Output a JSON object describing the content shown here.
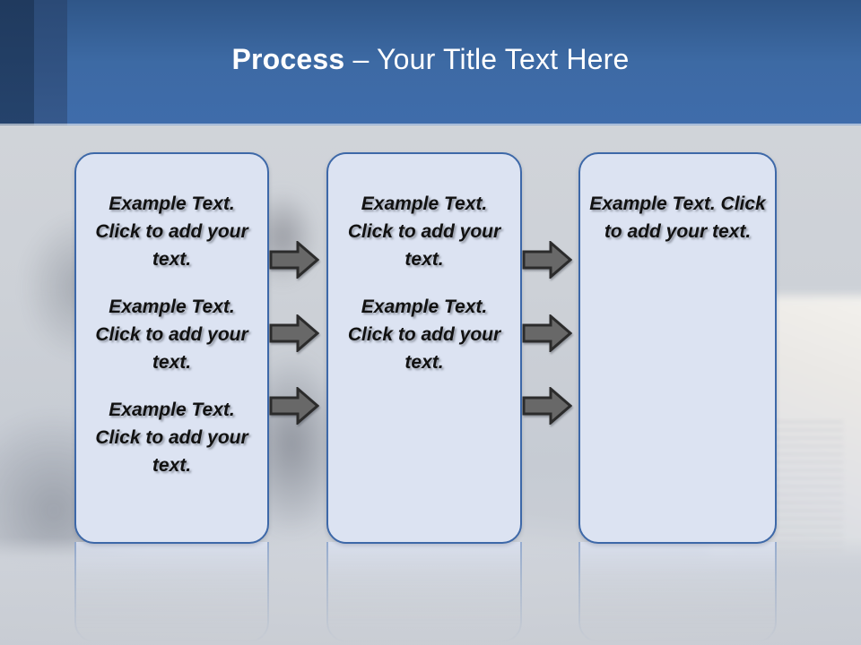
{
  "header": {
    "title_bold": "Process",
    "title_rest": " – Your Title Text Here",
    "background_color": "#3d6aa4",
    "accent_dark": "#203a5e",
    "text_color": "#ffffff"
  },
  "theme": {
    "box_fill": "#dce3f2",
    "box_border": "#3d68a8",
    "arrow_fill": "#686868",
    "arrow_stroke": "#2b2b2b",
    "slide_background": "#cdd1d7"
  },
  "process": {
    "boxes": [
      {
        "id": "stage-1",
        "paragraphs": [
          "Example Text. Click  to add your text.",
          "Example Text. Click  to add your text.",
          "Example Text. Click  to add your text."
        ]
      },
      {
        "id": "stage-2",
        "paragraphs": [
          "Example Text. Click  to add your text.",
          "Example Text. Click  to add your text."
        ]
      },
      {
        "id": "stage-3",
        "paragraphs": [
          "Example Text. Click  to add your text."
        ]
      }
    ],
    "arrow_columns": [
      {
        "id": "arrows-col-1",
        "count": 3
      },
      {
        "id": "arrows-col-2",
        "count": 3
      }
    ],
    "arrow_icon": "right-arrow-icon"
  }
}
